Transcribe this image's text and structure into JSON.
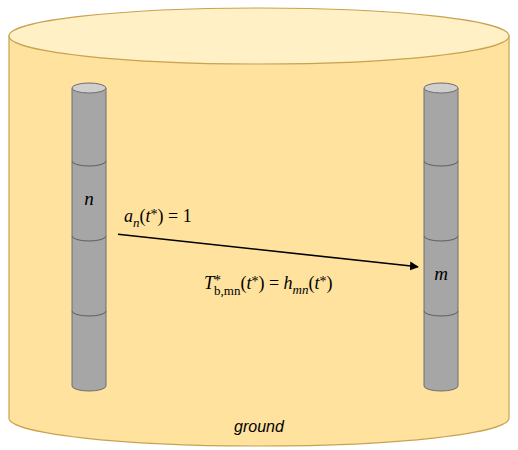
{
  "diagram": {
    "nodes": [
      {
        "text": [
          "ground"
        ]
      },
      {
        "text": [
          "n"
        ],
        "in": 0
      },
      {
        "text": [
          "m"
        ],
        "in": 0
      }
    ],
    "edges": [
      {
        "from": 1,
        "to": 2,
        "arrow": "to"
      }
    ],
    "labels": [
      "a",
      "n",
      "(",
      "t",
      "*",
      ") = 1",
      "T",
      "*",
      "b,mn",
      "(",
      "t",
      "*",
      ") = ",
      "h",
      "mn",
      "(",
      "t",
      "*",
      ")"
    ]
  }
}
